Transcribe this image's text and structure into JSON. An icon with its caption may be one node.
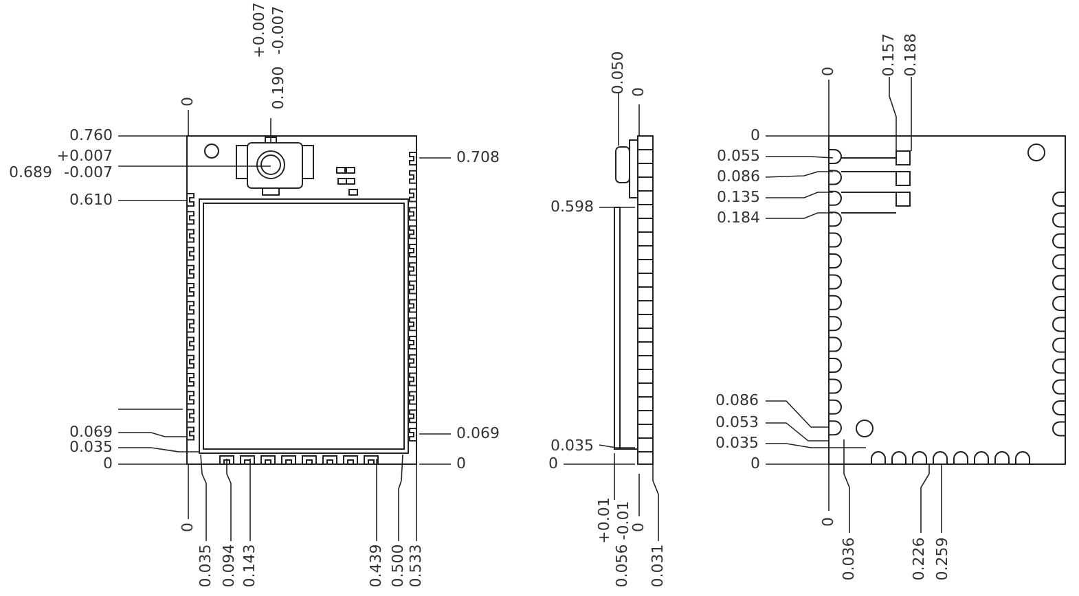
{
  "diagram": {
    "labels": [
      "+0.007",
      "-0.007",
      "0.190",
      "0",
      "0.050",
      "0",
      "0.157",
      "0.188",
      "0",
      "0.760",
      "0",
      "+0.007",
      "0.708",
      "0.055",
      "0.689",
      "-0.007",
      "0.086",
      "0.610",
      "0.135",
      "0.598",
      "0.184",
      "0.086",
      "0.053",
      "0.069",
      "0.069",
      "0.035",
      "0.035",
      "0.035",
      "0",
      "0",
      "0",
      "0",
      "+0.01",
      "-0.01",
      "0",
      "0",
      "0",
      "0.035",
      "0.094",
      "0.143",
      "0.439",
      "0.500",
      "0.533",
      "0.056",
      "0.031",
      "0.036",
      "0.226",
      "0.259"
    ]
  }
}
